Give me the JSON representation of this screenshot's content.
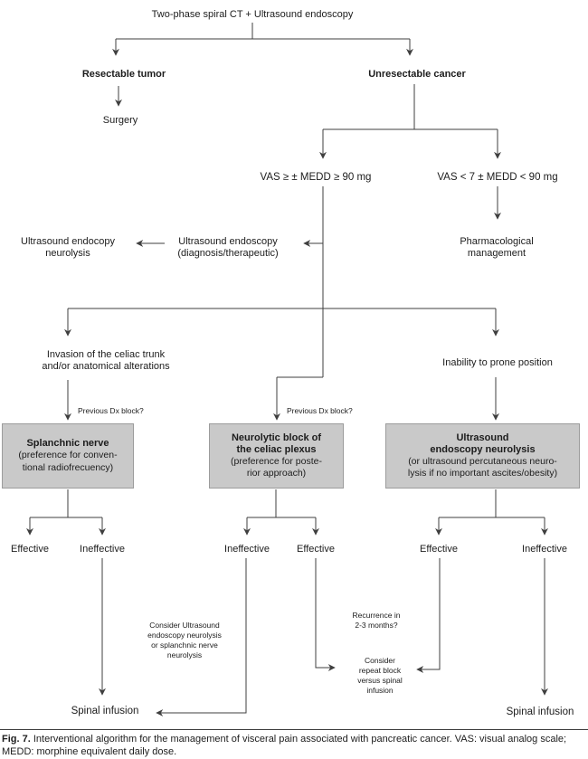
{
  "colors": {
    "line": "#3f3f3f",
    "box_fill": "#c9c9c9",
    "box_border": "#9c9c9c",
    "text": "#1c1c1c"
  },
  "flow": {
    "title": "Two-phase spiral CT + Ultrasound endoscopy",
    "resectable": "Resectable tumor",
    "surgery": "Surgery",
    "unresectable": "Unresectable cancer",
    "vas_high": "VAS ≥ ± MEDD ≥ 90 mg",
    "vas_low": "VAS < 7 ± MEDD < 90 mg",
    "pharma": [
      "Pharmacological",
      "management"
    ],
    "us_neurolysis": [
      "Ultrasound endocopy",
      "neurolysis"
    ],
    "us_diagnostic": [
      "Ultrasound endoscopy",
      "(diagnosis/therapeutic)"
    ],
    "invasion": [
      "Invasion of the celiac trunk",
      "and/or anatomical alterations"
    ],
    "inability": "Inability to prone position",
    "prev_dx_left": "Previous Dx block?",
    "prev_dx_mid": "Previous Dx block?",
    "box_splanchnic": {
      "title1": "Splanchnic nerve",
      "body1": "(preference for conven-",
      "body2": "tional radiofrecuency)"
    },
    "box_neurolytic": {
      "title1": "Neurolytic block of",
      "title2": "the celiac plexus",
      "body1": "(preference for poste-",
      "body2": "rior approach)"
    },
    "box_ultrasound": {
      "title1": "Ultrasound",
      "title2": "endoscopy neurolysis",
      "body1": "(or ultrasound percutaneous neuro-",
      "body2": "lysis if no important ascites/obesity)"
    },
    "out1_left": "Effective",
    "out1_right": "Ineffective",
    "out2_left": "Ineffective",
    "out2_right": "Effective",
    "out3_left": "Effective",
    "out3_right": "Ineffective",
    "consider_us": [
      "Consider Ultrasound",
      "endoscopy neurolysis",
      "or splanchnic nerve",
      "neurolysis"
    ],
    "recurrence": [
      "Recurrence in",
      "2-3 months?"
    ],
    "consider_repeat": [
      "Consider",
      "repeat block",
      "versus spinal",
      "infusion"
    ],
    "spinal_left": "Spinal infusion",
    "spinal_right": "Spinal infusion"
  },
  "caption": {
    "fig": "Fig. 7.",
    "text": " Interventional algorithm for the management of visceral pain associated with pancreatic cancer. VAS: visual analog scale; MEDD: morphine equivalent daily dose."
  }
}
